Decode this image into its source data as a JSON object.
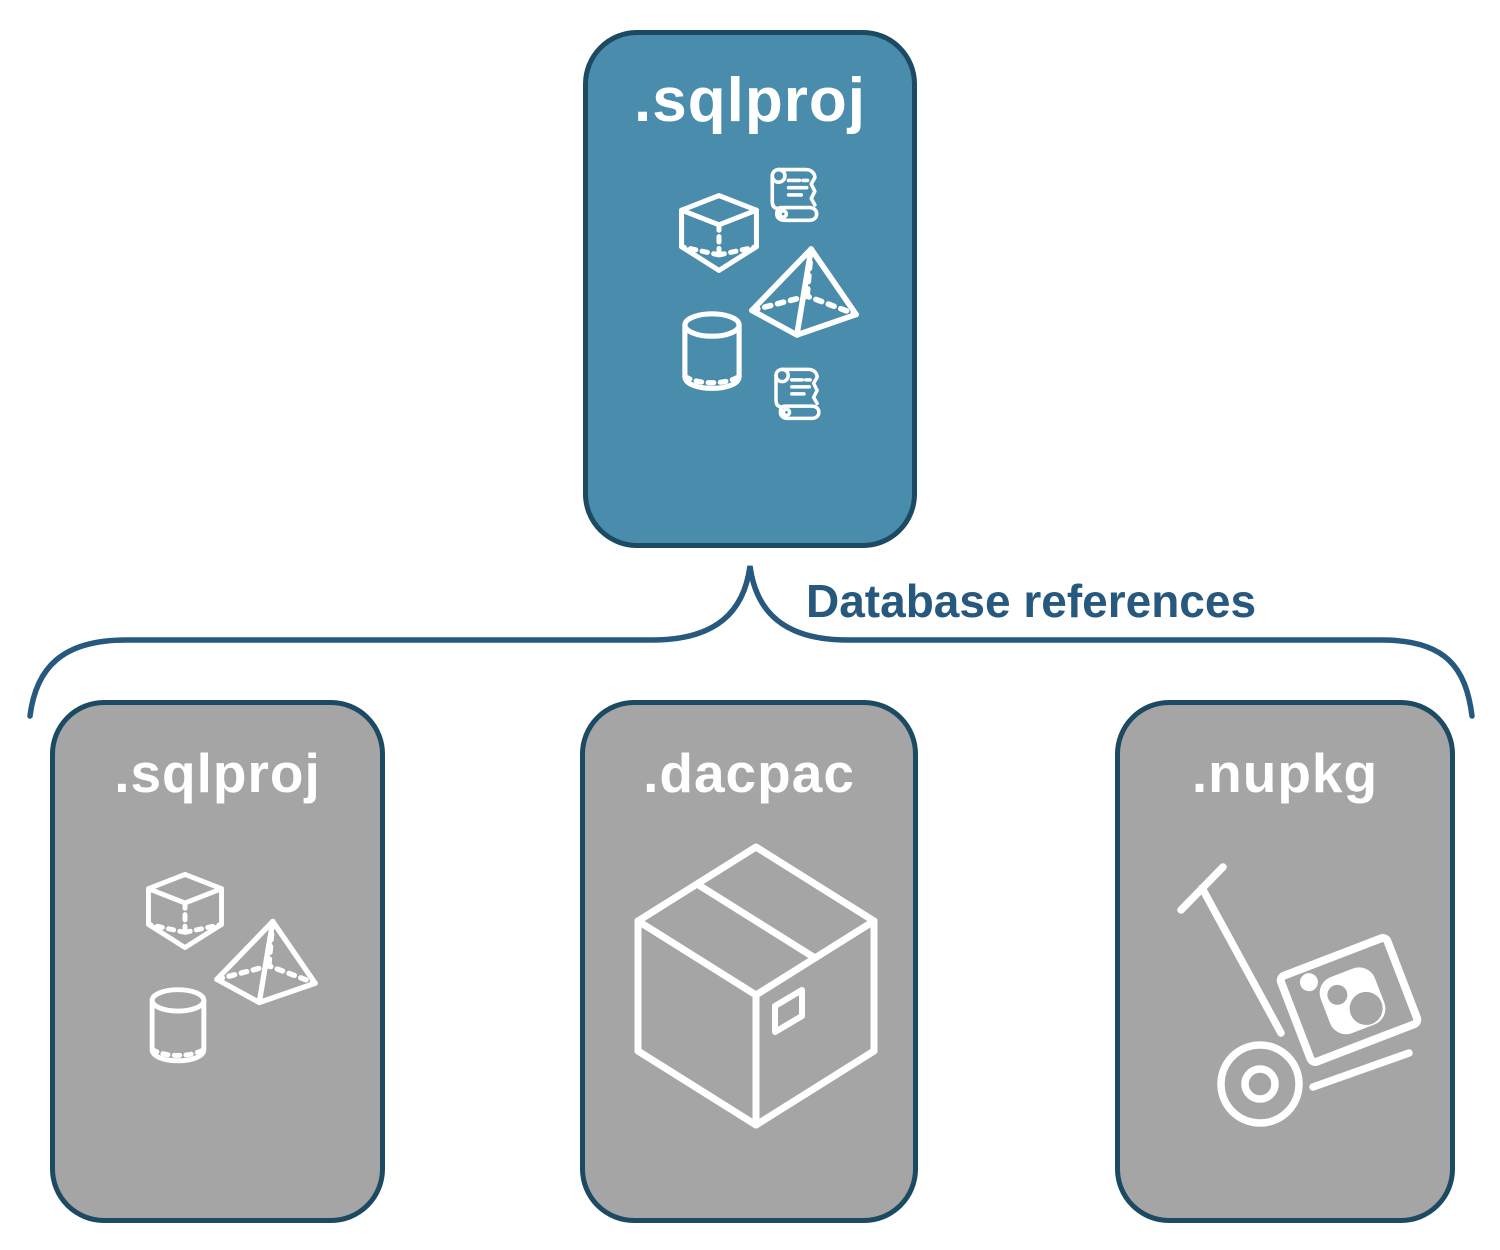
{
  "diagram": {
    "connector_label": "Database references",
    "parent_card": {
      "title": ".sqlproj",
      "icons": [
        "cube-icon",
        "scroll-icon",
        "pyramid-icon",
        "cylinder-icon",
        "scroll-icon"
      ]
    },
    "child_cards": [
      {
        "title": ".sqlproj",
        "icons": [
          "cube-icon",
          "pyramid-icon",
          "cylinder-icon"
        ]
      },
      {
        "title": ".dacpac",
        "icons": [
          "package-box-icon"
        ]
      },
      {
        "title": ".nupkg",
        "icons": [
          "hand-truck-package-icon"
        ]
      }
    ],
    "colors": {
      "parent_fill": "#4a8cab",
      "child_fill": "#a5a5a5",
      "border": "#1d4a63",
      "connector": "#27587d",
      "icon": "#ffffff",
      "title_text": "#ffffff",
      "background": "#ffffff"
    }
  }
}
